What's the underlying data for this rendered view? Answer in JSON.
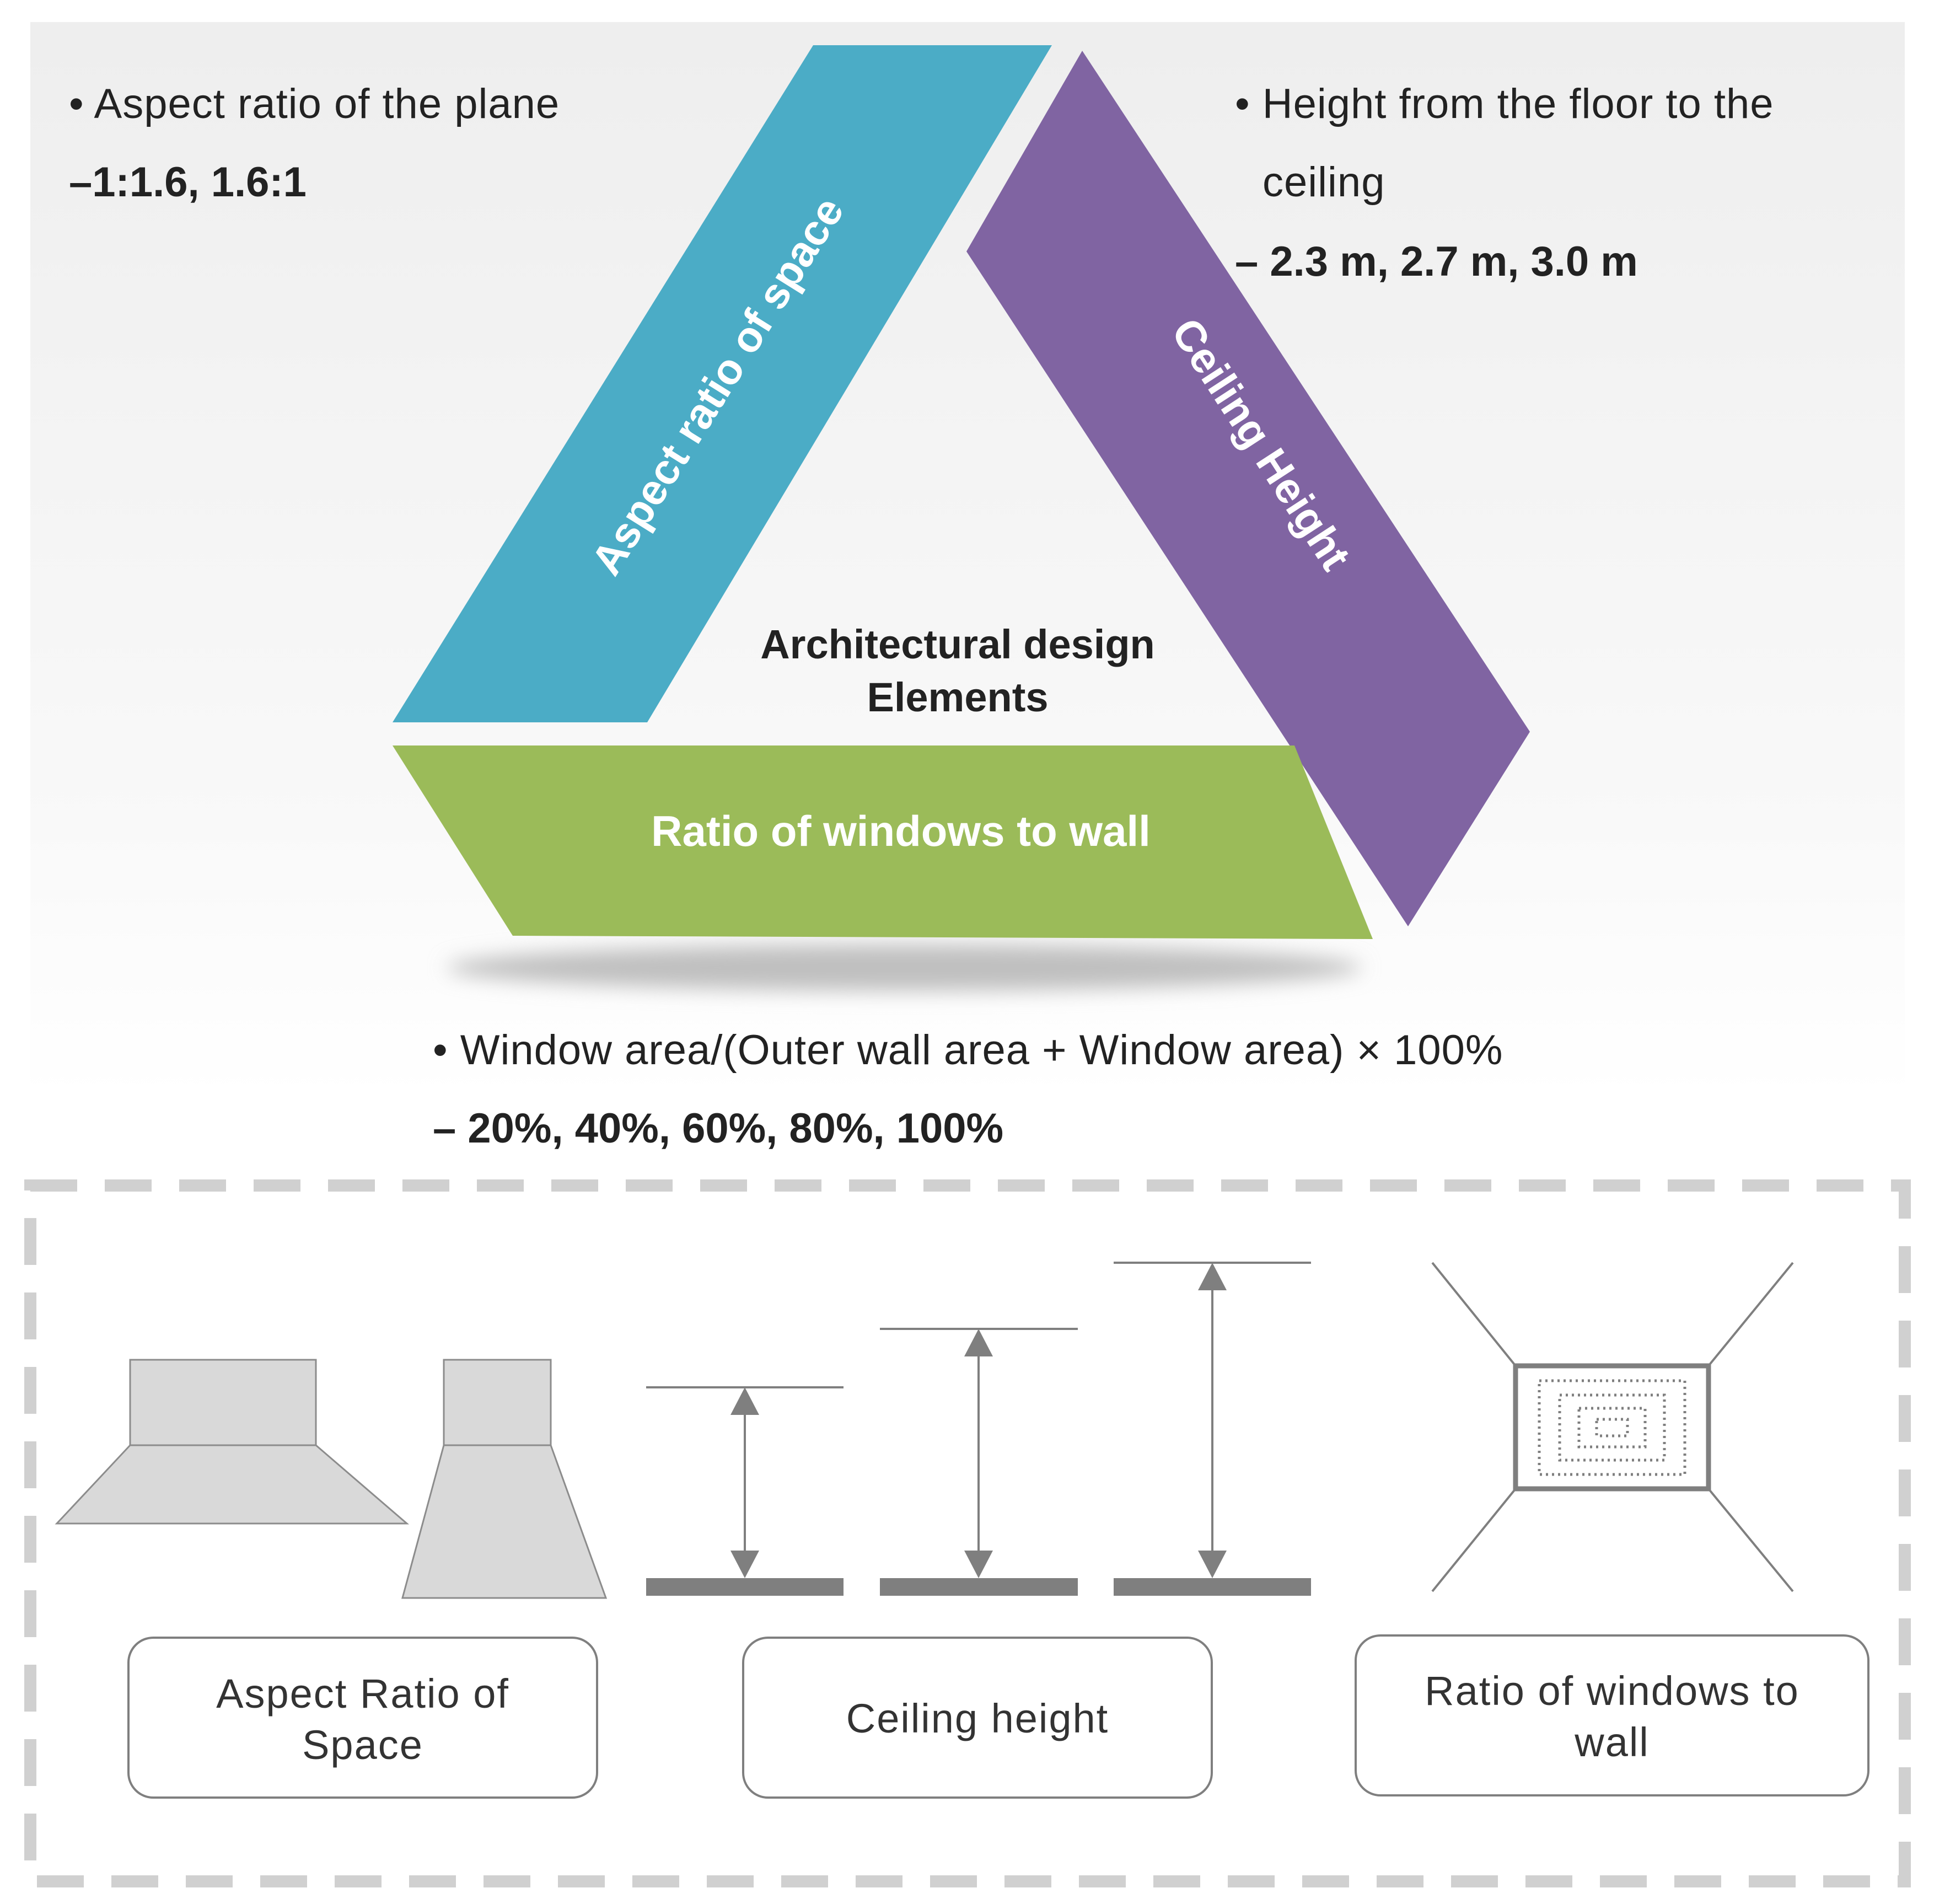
{
  "colors": {
    "teal": "#4BACC6",
    "purple": "#8064A2",
    "green": "#9BBB59",
    "gray_shape": "#D9D9D9",
    "gray_line": "#7F7F7F",
    "dashed_border": "#D0D0D0"
  },
  "triangle": {
    "center_line1": "Architectural design",
    "center_line2": "Elements",
    "left_band": "Aspect ratio of space",
    "right_band": "Ceiling Height",
    "bottom_band": "Ratio of windows to wall"
  },
  "notes": {
    "aspect": {
      "bullet": "• Aspect ratio of the plane",
      "values": "–1:1.6, 1.6:1"
    },
    "ceiling": {
      "bullet_line1": "• Height from the floor to the",
      "bullet_line2": "ceiling",
      "values": "– 2.3 m, 2.7 m, 3.0 m"
    },
    "window": {
      "bullet": "• Window area/(Outer wall area + Window area) × 100%",
      "values": "– 20%, 40%, 60%, 80%, 100%"
    }
  },
  "panel": {
    "box_aspect_line1": "Aspect Ratio of",
    "box_aspect_line2": "Space",
    "box_ceiling": "Ceiling height",
    "box_window_line1": "Ratio of windows to",
    "box_window_line2": "wall"
  }
}
